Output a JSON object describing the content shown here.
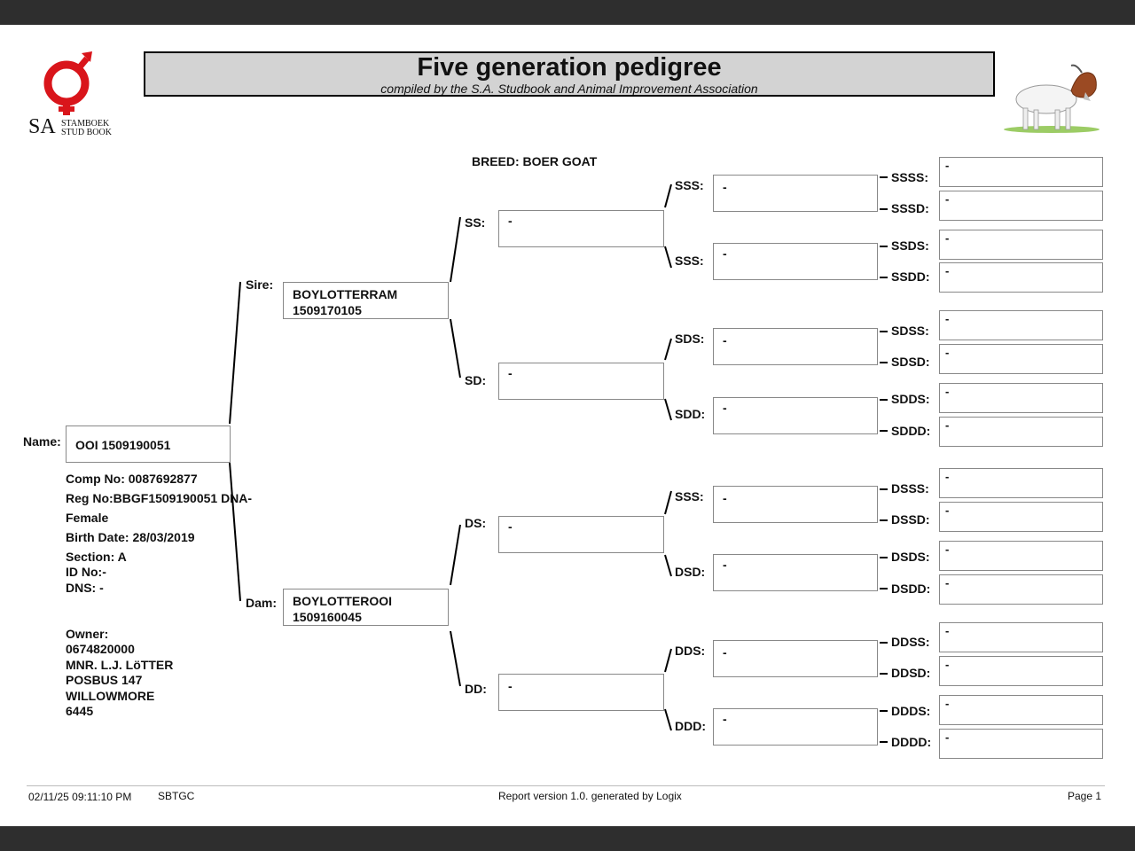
{
  "header": {
    "title": "Five generation pedigree",
    "subtitle": "compiled by the S.A. Studbook and Animal Improvement Association",
    "logo_text_main": "SA",
    "logo_text_line1": "STAMBOEK",
    "logo_text_line2": "STUD BOOK",
    "logo_color": "#d9151b"
  },
  "breed": "BREED: BOER GOAT",
  "animal": {
    "name_label": "Name:",
    "name": "OOI 1509190051",
    "comp_no": "Comp No: 0087692877",
    "reg_no": "Reg No:BBGF1509190051 DNA-",
    "sex": "Female",
    "birth_date": "Birth Date: 28/03/2019",
    "section": "Section: A",
    "id_no": "ID No:-",
    "dns": "DNS: -",
    "owner_label": "Owner:",
    "owner_lines": [
      "0674820000",
      "MNR. L.J. LöTTER",
      "POSBUS 147",
      "WILLOWMORE",
      "6445"
    ]
  },
  "gen2": {
    "sire_label": "Sire:",
    "sire_name": "BOYLOTTERRAM",
    "sire_reg": "1509170105",
    "dam_label": "Dam:",
    "dam_name": "BOYLOTTEROOI",
    "dam_reg": "1509160045"
  },
  "gen3": [
    {
      "label": "SS:",
      "value": "-"
    },
    {
      "label": "SD:",
      "value": "-"
    },
    {
      "label": "DS:",
      "value": "-"
    },
    {
      "label": "DD:",
      "value": "-"
    }
  ],
  "gen4": [
    {
      "label": "SSS:",
      "value": "-"
    },
    {
      "label": "SSS:",
      "value": "-"
    },
    {
      "label": "SDS:",
      "value": "-"
    },
    {
      "label": "SDD:",
      "value": "-"
    },
    {
      "label": "SSS:",
      "value": "-"
    },
    {
      "label": "DSD:",
      "value": "-"
    },
    {
      "label": "DDS:",
      "value": "-"
    },
    {
      "label": "DDD:",
      "value": "-"
    }
  ],
  "gen5": [
    {
      "label": "SSSS:",
      "value": "-"
    },
    {
      "label": "SSSD:",
      "value": "-"
    },
    {
      "label": "SSDS:",
      "value": "-"
    },
    {
      "label": "SSDD:",
      "value": "-"
    },
    {
      "label": "SDSS:",
      "value": "-"
    },
    {
      "label": "SDSD:",
      "value": "-"
    },
    {
      "label": "SDDS:",
      "value": "-"
    },
    {
      "label": "SDDD:",
      "value": "-"
    },
    {
      "label": "DSSS:",
      "value": "-"
    },
    {
      "label": "DSSD:",
      "value": "-"
    },
    {
      "label": "DSDS:",
      "value": "-"
    },
    {
      "label": "DSDD:",
      "value": "-"
    },
    {
      "label": "DDSS:",
      "value": "-"
    },
    {
      "label": "DDSD:",
      "value": "-"
    },
    {
      "label": "DDDS:",
      "value": "-"
    },
    {
      "label": "DDDD:",
      "value": "-"
    }
  ],
  "footer": {
    "datetime": "02/11/25 09:11:10 PM",
    "code": "SBTGC",
    "report": "Report version 1.0. generated by Logix",
    "page": "Page 1"
  }
}
